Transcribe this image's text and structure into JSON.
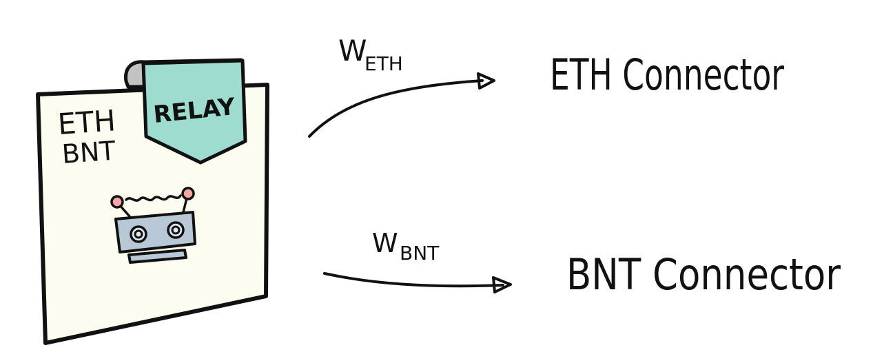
{
  "token_card": {
    "tokens": [
      "ETH",
      "BNT"
    ],
    "tab_label": "RELAY",
    "card_color": "#fdfcf1",
    "tab_color": "#9ddccf",
    "robot_color": "#b9c8d6",
    "antenna_color": "#f2a6a6"
  },
  "connections": [
    {
      "weight_main": "W",
      "weight_sub": "ETH",
      "target": "ETH Connector"
    },
    {
      "weight_main": "W",
      "weight_sub": "BNT",
      "target": "BNT Connector"
    }
  ]
}
